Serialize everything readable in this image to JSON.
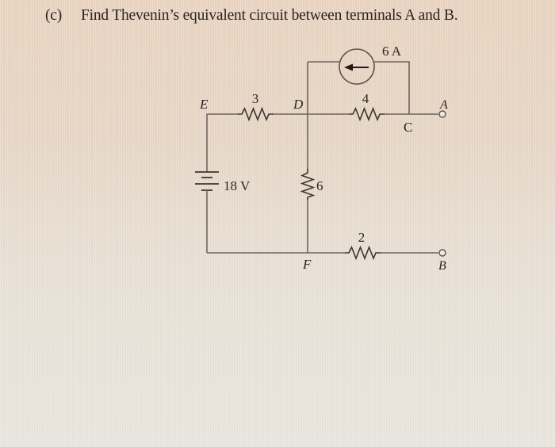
{
  "question": {
    "part_label": "(c)",
    "text": "Find Thevenin’s equivalent circuit between terminals A and B."
  },
  "circuit": {
    "nodes": {
      "E": "E",
      "D": "D",
      "C": "C",
      "F": "F"
    },
    "terminals": {
      "A": "A",
      "B": "B"
    },
    "components": {
      "resistor_ED": {
        "label": "3",
        "between": "E-D"
      },
      "resistor_DC": {
        "label": "4",
        "between": "D-C"
      },
      "resistor_DF": {
        "label": "6",
        "between": "D-F"
      },
      "resistor_FB": {
        "label": "2",
        "between": "F-B"
      },
      "voltage_source": {
        "label": "18 V",
        "between": "E-F"
      },
      "current_source": {
        "label": "6 A",
        "between": "C-D",
        "direction": "left (toward D)"
      }
    }
  }
}
